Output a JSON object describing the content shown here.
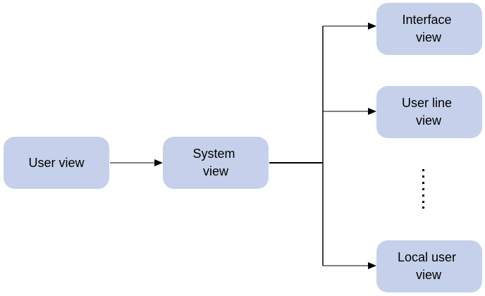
{
  "colors": {
    "node_fill": "#c5d1ea",
    "line": "#000000",
    "text": "#000000"
  },
  "nodes": {
    "user_view": {
      "lines": [
        "User view"
      ]
    },
    "system_view": {
      "lines": [
        "System",
        "view"
      ]
    },
    "interface_view": {
      "lines": [
        "Interface",
        "view"
      ]
    },
    "user_line_view": {
      "lines": [
        "User line",
        "view"
      ]
    },
    "local_user_view": {
      "lines": [
        "Local user",
        "view"
      ]
    }
  }
}
